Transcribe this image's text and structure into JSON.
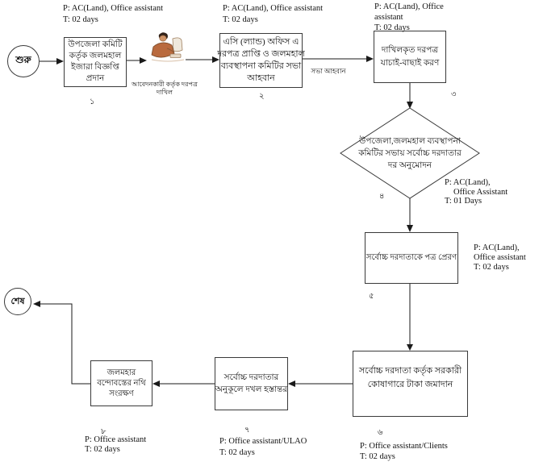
{
  "colors": {
    "line": "#1a1a1a",
    "box_border": "#3a3a3a",
    "text": "#111111",
    "background": "#ffffff",
    "clipart_skin": "#cf9468",
    "clipart_shirt": "#b96a3e",
    "clipart_monitor": "#efe8dc"
  },
  "terminals": {
    "start": {
      "label": "শুরু"
    },
    "end": {
      "label": "শেষ"
    }
  },
  "steps": {
    "s1": {
      "lines": [
        "উপজেলা কমিটি",
        "কর্তৃক জলমহাল",
        "ইজারা বিজ্ঞপ্তি",
        "প্রদান"
      ],
      "number": "১"
    },
    "s2": {
      "lines": [
        "এসি (ল্যান্ড) অফিস এ",
        "দরপত্র প্রাপ্তি ও জলমহাল",
        "ব্যবস্থাপনা কমিটির সভা",
        "আহবান"
      ],
      "number": "২"
    },
    "s3": {
      "lines": [
        "দাখিলকৃত দরপত্র",
        "যাচাই-বাছাই করণ"
      ],
      "number": "৩"
    },
    "s4": {
      "lines": [
        "উপজেলা,জলমহাল ব্যবস্থাপনা",
        "কমিটির সভায় সর্বোচ্চ দরদাতার",
        "দর অনুমোদন"
      ],
      "number": "৪"
    },
    "s5": {
      "lines": [
        "সর্বোচ্চ দরদাতাকে পত্র প্রেরণ"
      ],
      "number": "৫"
    },
    "s6": {
      "lines": [
        "সর্বোচ্চ দরদাতা কর্তৃক সরকারী",
        "কোষাগারে টাকা জমাদান"
      ],
      "number": "৬"
    },
    "s7": {
      "lines": [
        "সর্বোচ্চ দরদাতার",
        "অনুকূলে দখল হস্তান্তর"
      ],
      "number": "৭"
    },
    "s8": {
      "lines": [
        "জলমহার",
        "বন্দোবস্তের নথি",
        "সংরক্ষণ"
      ],
      "number": "৮"
    }
  },
  "clipart": {
    "icon": "person-at-computer",
    "caption_lines": [
      "আবেদনকারী কর্তৃক দরপত্র",
      "দাখিল"
    ]
  },
  "edge_labels": {
    "meeting": "সভা আহবান"
  },
  "annotations": {
    "a1": {
      "lines": [
        "P: AC(Land), Office assistant",
        "T: 02 days"
      ]
    },
    "a2": {
      "lines": [
        "P: AC(Land), Office assistant",
        "T: 02 days"
      ]
    },
    "a3": {
      "lines": [
        "P: AC(Land), Office",
        "assistant",
        "T: 02 days"
      ]
    },
    "a4": {
      "lines": [
        "P:  AC(Land),",
        "Office Assistant",
        "T:  01 Days"
      ]
    },
    "a5": {
      "lines": [
        "P: AC(Land),",
        "Office assistant",
        "T: 02 days"
      ]
    },
    "a6": {
      "lines": [
        "P: Office assistant/Clients",
        "T: 02 days"
      ]
    },
    "a7": {
      "lines": [
        "P: Office assistant/ULAO",
        "T: 02 days"
      ]
    },
    "a8": {
      "lines": [
        "P: Office assistant",
        "T: 02 days"
      ]
    }
  }
}
